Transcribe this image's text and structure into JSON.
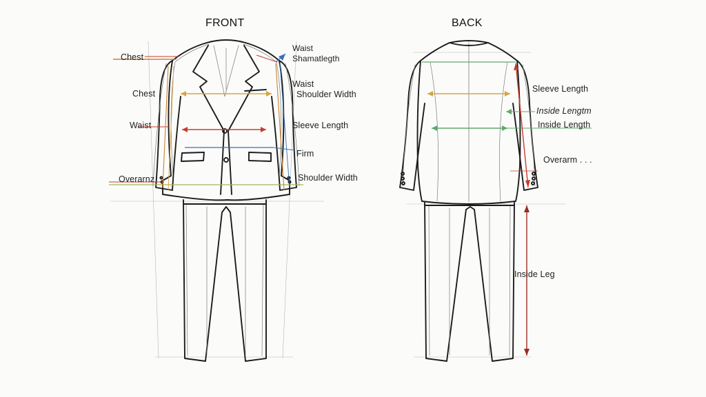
{
  "titles": {
    "front": "FRONT",
    "back": "BACK"
  },
  "front_labels": {
    "chest_top": "Chest",
    "chest": "Chest",
    "waist_left": "Waist",
    "overarm": "Overarnz",
    "waist_top_right": "Waist",
    "shamatlength": "Shamatlegth",
    "waist_right": "Waist",
    "shoulder_width_upper": "Shoulder Width",
    "sleeve_length": "Sleeve Length",
    "firm": "Firm",
    "shoulder_width_lower": "Shoulder Width"
  },
  "back_labels": {
    "sleeve_length": "Sleeve Length",
    "inside_lengtm": "Inside Lengtm",
    "inside_length": "Inside Length",
    "overarm": "Overarm  .  .  .",
    "inside_leg": "Inside Leg"
  },
  "colors": {
    "chest": "#c9832e",
    "waist": "#c63c2d",
    "shoulder": "#d7a53f",
    "blue": "#3a6fb4",
    "olive": "#a9b25a",
    "green": "#5fa86c",
    "darkred": "#9b2c21"
  }
}
